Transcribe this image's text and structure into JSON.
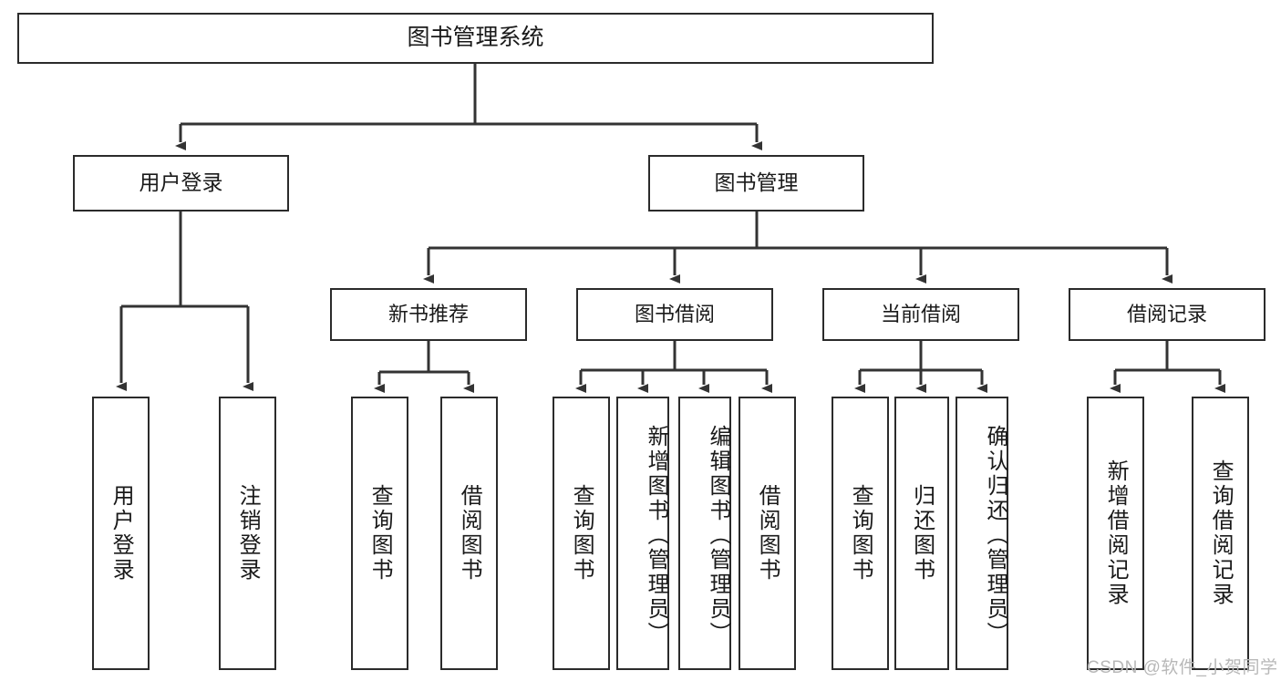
{
  "diagram": {
    "type": "tree-hierarchy-chart",
    "title": "图书管理系统",
    "colors": {
      "box_border": "#2b2b2b",
      "box_fill": "#ffffff",
      "connector": "#333333",
      "text": "#1a1a1a",
      "watermark": "#b8b8b8"
    },
    "root": {
      "label": "图书管理系统"
    },
    "level2": [
      {
        "id": "user-login",
        "label": "用户登录"
      },
      {
        "id": "book-management",
        "label": "图书管理"
      }
    ],
    "level3": [
      {
        "id": "new-book-recommend",
        "label": "新书推荐"
      },
      {
        "id": "book-borrow",
        "label": "图书借阅"
      },
      {
        "id": "current-borrow",
        "label": "当前借阅"
      },
      {
        "id": "borrow-records",
        "label": "借阅记录"
      }
    ],
    "leaves": {
      "user_login": [
        {
          "id": "leaf-user-login",
          "label": "用户登录"
        },
        {
          "id": "leaf-logout",
          "label": "注销登录"
        }
      ],
      "new_book_recommend": [
        {
          "id": "leaf-query-book-1",
          "label": "查询图书"
        },
        {
          "id": "leaf-borrow-book-1",
          "label": "借阅图书"
        }
      ],
      "book_borrow": [
        {
          "id": "leaf-query-book-2",
          "label": "查询图书"
        },
        {
          "id": "leaf-add-book",
          "label": "新增图书（管理员）"
        },
        {
          "id": "leaf-edit-book",
          "label": "编辑图书（管理员）"
        },
        {
          "id": "leaf-borrow-book-2",
          "label": "借阅图书"
        }
      ],
      "current_borrow": [
        {
          "id": "leaf-query-book-3",
          "label": "查询图书"
        },
        {
          "id": "leaf-return-book",
          "label": "归还图书"
        },
        {
          "id": "leaf-confirm-return",
          "label": "确认归还（管理员）"
        }
      ],
      "borrow_records": [
        {
          "id": "leaf-add-record",
          "label": "新增借阅记录"
        },
        {
          "id": "leaf-query-record",
          "label": "查询借阅记录"
        }
      ]
    },
    "watermark": {
      "text": "CSDN @软件_小贺同学"
    }
  }
}
